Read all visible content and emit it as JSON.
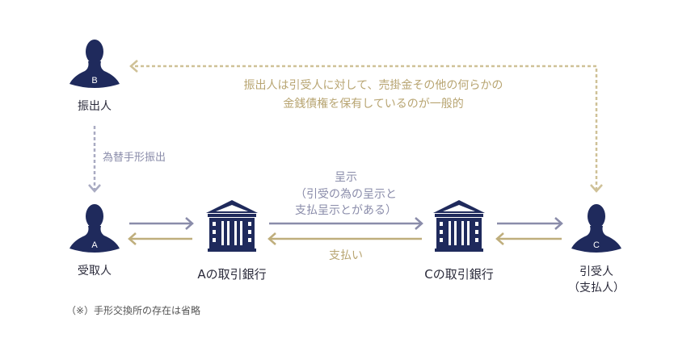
{
  "colors": {
    "navy": "#1f2a5c",
    "purple": "#8a8caa",
    "gold": "#bfae7c"
  },
  "parties": {
    "drawer": {
      "badge": "B",
      "label": "振出人"
    },
    "payee": {
      "badge": "A",
      "label": "受取人"
    },
    "drawee": {
      "badge": "C",
      "label": "引受人",
      "sub": "（支払人）"
    }
  },
  "banks": {
    "a": {
      "label": "Aの取引銀行"
    },
    "c": {
      "label": "Cの取引銀行"
    }
  },
  "flows": {
    "draw_bill": "為替手形振出",
    "presentation": {
      "line1": "呈示",
      "line2": "（引受の為の呈示と",
      "line3": "支払呈示とがある）"
    },
    "payment": "支払い",
    "claim": {
      "line1": "振出人は引受人に対して、売掛金その他の何らかの",
      "line2": "金銭債権を保有しているのが一般的"
    }
  },
  "footnote": "（※）手形交換所の存在は省略"
}
